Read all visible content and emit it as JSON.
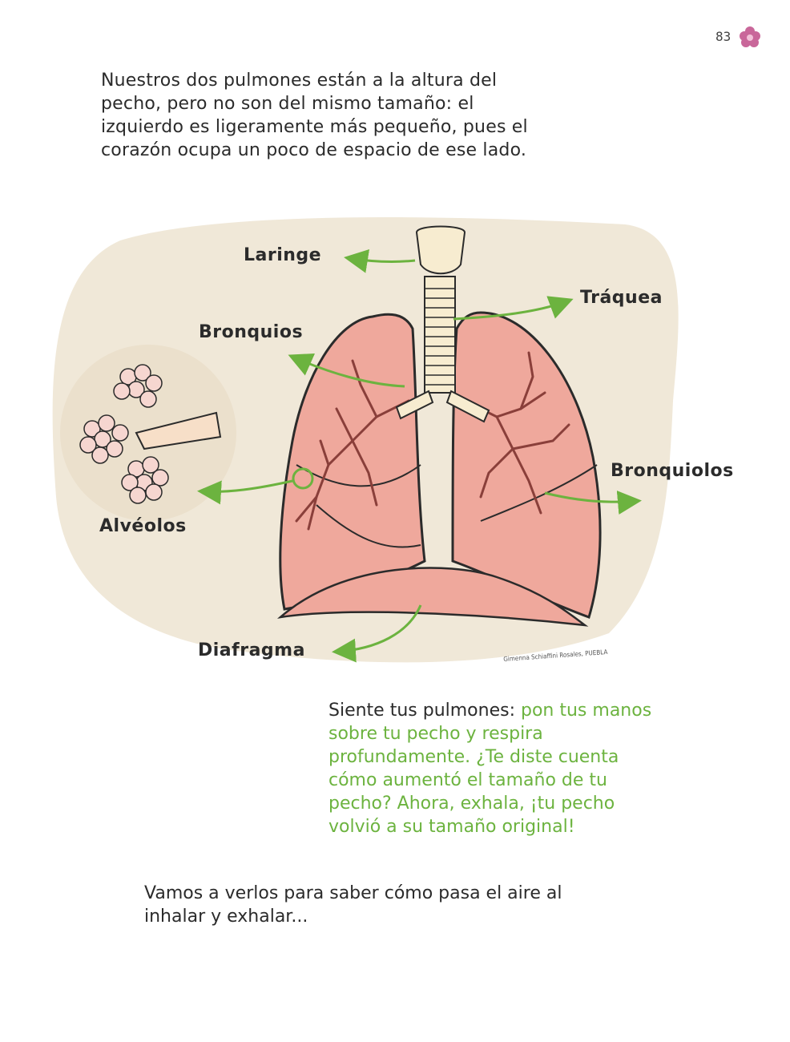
{
  "page": {
    "number": "83",
    "icon": "flower-icon"
  },
  "intro_text": "Nuestros dos pulmones están a la altura del pecho, pero no son del mismo tamaño: el izquierdo es ligeramente más pequeño, pues el corazón ocupa un poco de espacio de ese lado.",
  "diagram": {
    "labels": {
      "laringe": "Laringe",
      "traquea": "Tráquea",
      "bronquios": "Bronquios",
      "bronquiolos": "Bronquiolos",
      "alveolos": "Alvéolos",
      "diafragma": "Diafragma"
    },
    "credit": "Gimenna Schiaffini Rosales, PUEBLA",
    "colors": {
      "background_blob": "#f0e8d8",
      "lung": "#efa89c",
      "arrow": "#6cb33f",
      "outline": "#2b2b2b"
    }
  },
  "activity": {
    "lead": "Siente tus pulmones: ",
    "instruction": "pon tus manos sobre tu pecho y respira profundamente. ¿Te diste cuenta cómo aumentó el tamaño de tu pecho? Ahora, exhala, ¡tu pecho volvió a su tamaño original!"
  },
  "outro_text": "Vamos a verlos para saber cómo pasa el aire al inhalar y exhalar..."
}
